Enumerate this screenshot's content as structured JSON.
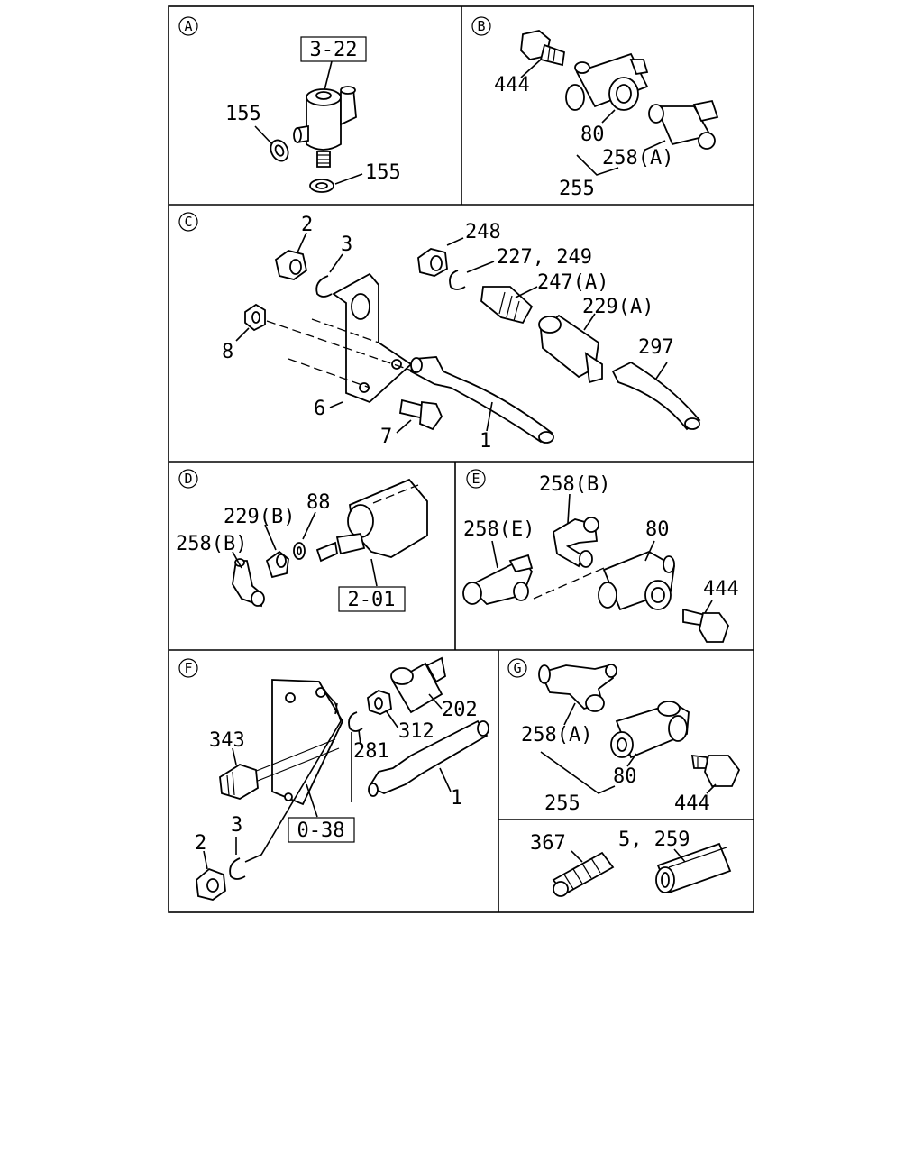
{
  "sections": {
    "A": {
      "letter": "A",
      "ref_box": "3-22",
      "labels": [
        "155",
        "155"
      ]
    },
    "B": {
      "letter": "B",
      "labels": [
        "444",
        "80",
        "258(A)",
        "255"
      ]
    },
    "C": {
      "letter": "C",
      "labels": [
        "2",
        "3",
        "248",
        "227, 249",
        "247(A)",
        "229(A)",
        "297",
        "8",
        "6",
        "7",
        "1"
      ]
    },
    "D": {
      "letter": "D",
      "labels": [
        "88",
        "229(B)",
        "258(B)"
      ],
      "ref_box": "2-01"
    },
    "E": {
      "letter": "E",
      "labels": [
        "258(B)",
        "258(E)",
        "80",
        "444"
      ]
    },
    "F": {
      "letter": "F",
      "labels": [
        "202",
        "343",
        "312",
        "281",
        "1",
        "3",
        "2"
      ],
      "ref_box": "0-38"
    },
    "G": {
      "letter": "G",
      "labels": [
        "258(A)",
        "80",
        "255",
        "444"
      ]
    },
    "H": {
      "labels": [
        "367",
        "5, 259"
      ]
    }
  }
}
